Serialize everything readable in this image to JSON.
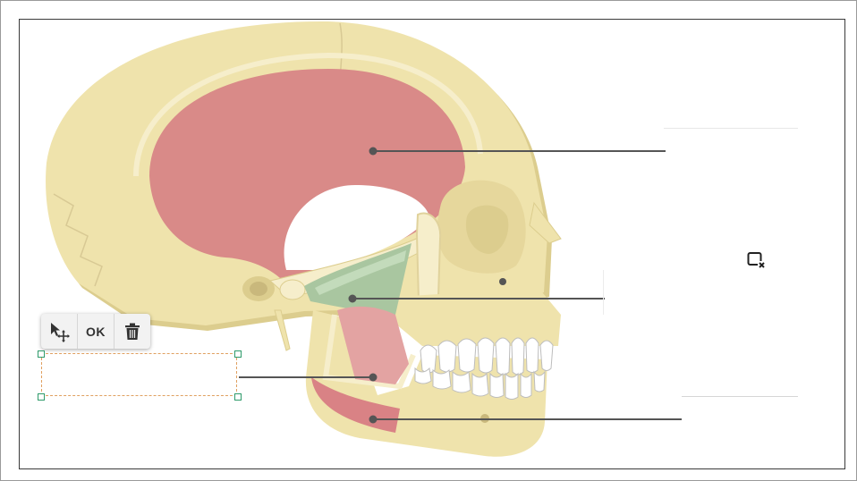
{
  "diagram": {
    "subject": "skull-lateral-view-muscles-of-mastication",
    "colors": {
      "bone": "#efe3ac",
      "bone_shadow": "#dccd8e",
      "temporalis": "#d98a88",
      "lateral_pterygoid": "#a9c6a0",
      "medial_pterygoid": "#e3a3a2",
      "masseter": "#d98285",
      "teeth": "#ffffff",
      "leader_line": "#555555"
    }
  },
  "labels": [
    {
      "id": "label-temporalis",
      "value": ""
    },
    {
      "id": "label-lateral-pterygoid",
      "value": ""
    },
    {
      "id": "label-medial-pterygoid",
      "value": ""
    },
    {
      "id": "label-masseter",
      "value": ""
    }
  ],
  "toolbar": {
    "move_icon": "move-cursor-icon",
    "ok_label": "OK",
    "delete_icon": "trash-icon"
  },
  "edit_field": {
    "value": ""
  },
  "clear_icon": "clear-selection-icon"
}
